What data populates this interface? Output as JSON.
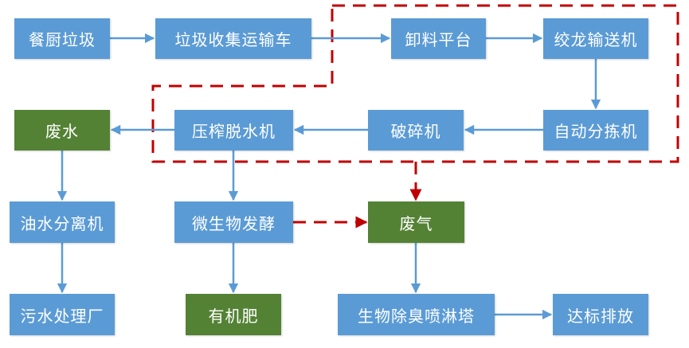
{
  "diagram": {
    "title": "餐厨垃圾处理工艺流程",
    "colors": {
      "process": "#5b9bd5",
      "output": "#548235",
      "flow_line": "#5b9bd5",
      "gas_line": "#c00000",
      "text": "#ffffff"
    },
    "nodes": [
      {
        "id": "kitchen",
        "label": "餐厨垃圾",
        "kind": "process"
      },
      {
        "id": "truck",
        "label": "垃圾收集运输车",
        "kind": "process"
      },
      {
        "id": "unload",
        "label": "卸料平台",
        "kind": "process"
      },
      {
        "id": "screw",
        "label": "绞龙输送机",
        "kind": "process"
      },
      {
        "id": "sorter",
        "label": "自动分拣机",
        "kind": "process"
      },
      {
        "id": "crusher",
        "label": "破碎机",
        "kind": "process"
      },
      {
        "id": "press",
        "label": "压榨脱水机",
        "kind": "process"
      },
      {
        "id": "wastewater",
        "label": "废水",
        "kind": "output"
      },
      {
        "id": "oilsep",
        "label": "油水分离机",
        "kind": "process"
      },
      {
        "id": "sewage",
        "label": "污水处理厂",
        "kind": "process"
      },
      {
        "id": "ferment",
        "label": "微生物发酵",
        "kind": "process"
      },
      {
        "id": "fertilizer",
        "label": "有机肥",
        "kind": "output"
      },
      {
        "id": "wastegas",
        "label": "废气",
        "kind": "output"
      },
      {
        "id": "tower",
        "label": "生物除臭喷淋塔",
        "kind": "process"
      },
      {
        "id": "discharge",
        "label": "达标排放",
        "kind": "process"
      }
    ],
    "edges": [
      {
        "from": "kitchen",
        "to": "truck",
        "style": "solid"
      },
      {
        "from": "truck",
        "to": "unload",
        "style": "solid"
      },
      {
        "from": "unload",
        "to": "screw",
        "style": "solid"
      },
      {
        "from": "screw",
        "to": "sorter",
        "style": "solid"
      },
      {
        "from": "sorter",
        "to": "crusher",
        "style": "solid"
      },
      {
        "from": "crusher",
        "to": "press",
        "style": "solid"
      },
      {
        "from": "press",
        "to": "wastewater",
        "style": "solid"
      },
      {
        "from": "wastewater",
        "to": "oilsep",
        "style": "solid"
      },
      {
        "from": "oilsep",
        "to": "sewage",
        "style": "solid"
      },
      {
        "from": "press",
        "to": "ferment",
        "style": "solid"
      },
      {
        "from": "ferment",
        "to": "fertilizer",
        "style": "solid"
      },
      {
        "from": "wastegas",
        "to": "tower",
        "style": "solid"
      },
      {
        "from": "tower",
        "to": "discharge",
        "style": "solid"
      },
      {
        "from": "enclosure",
        "to": "wastegas",
        "style": "dashed"
      },
      {
        "from": "ferment",
        "to": "wastegas",
        "style": "dashed"
      }
    ],
    "enclosure": {
      "style": "dashed",
      "contains": [
        "unload",
        "screw",
        "sorter",
        "crusher",
        "press"
      ]
    }
  }
}
